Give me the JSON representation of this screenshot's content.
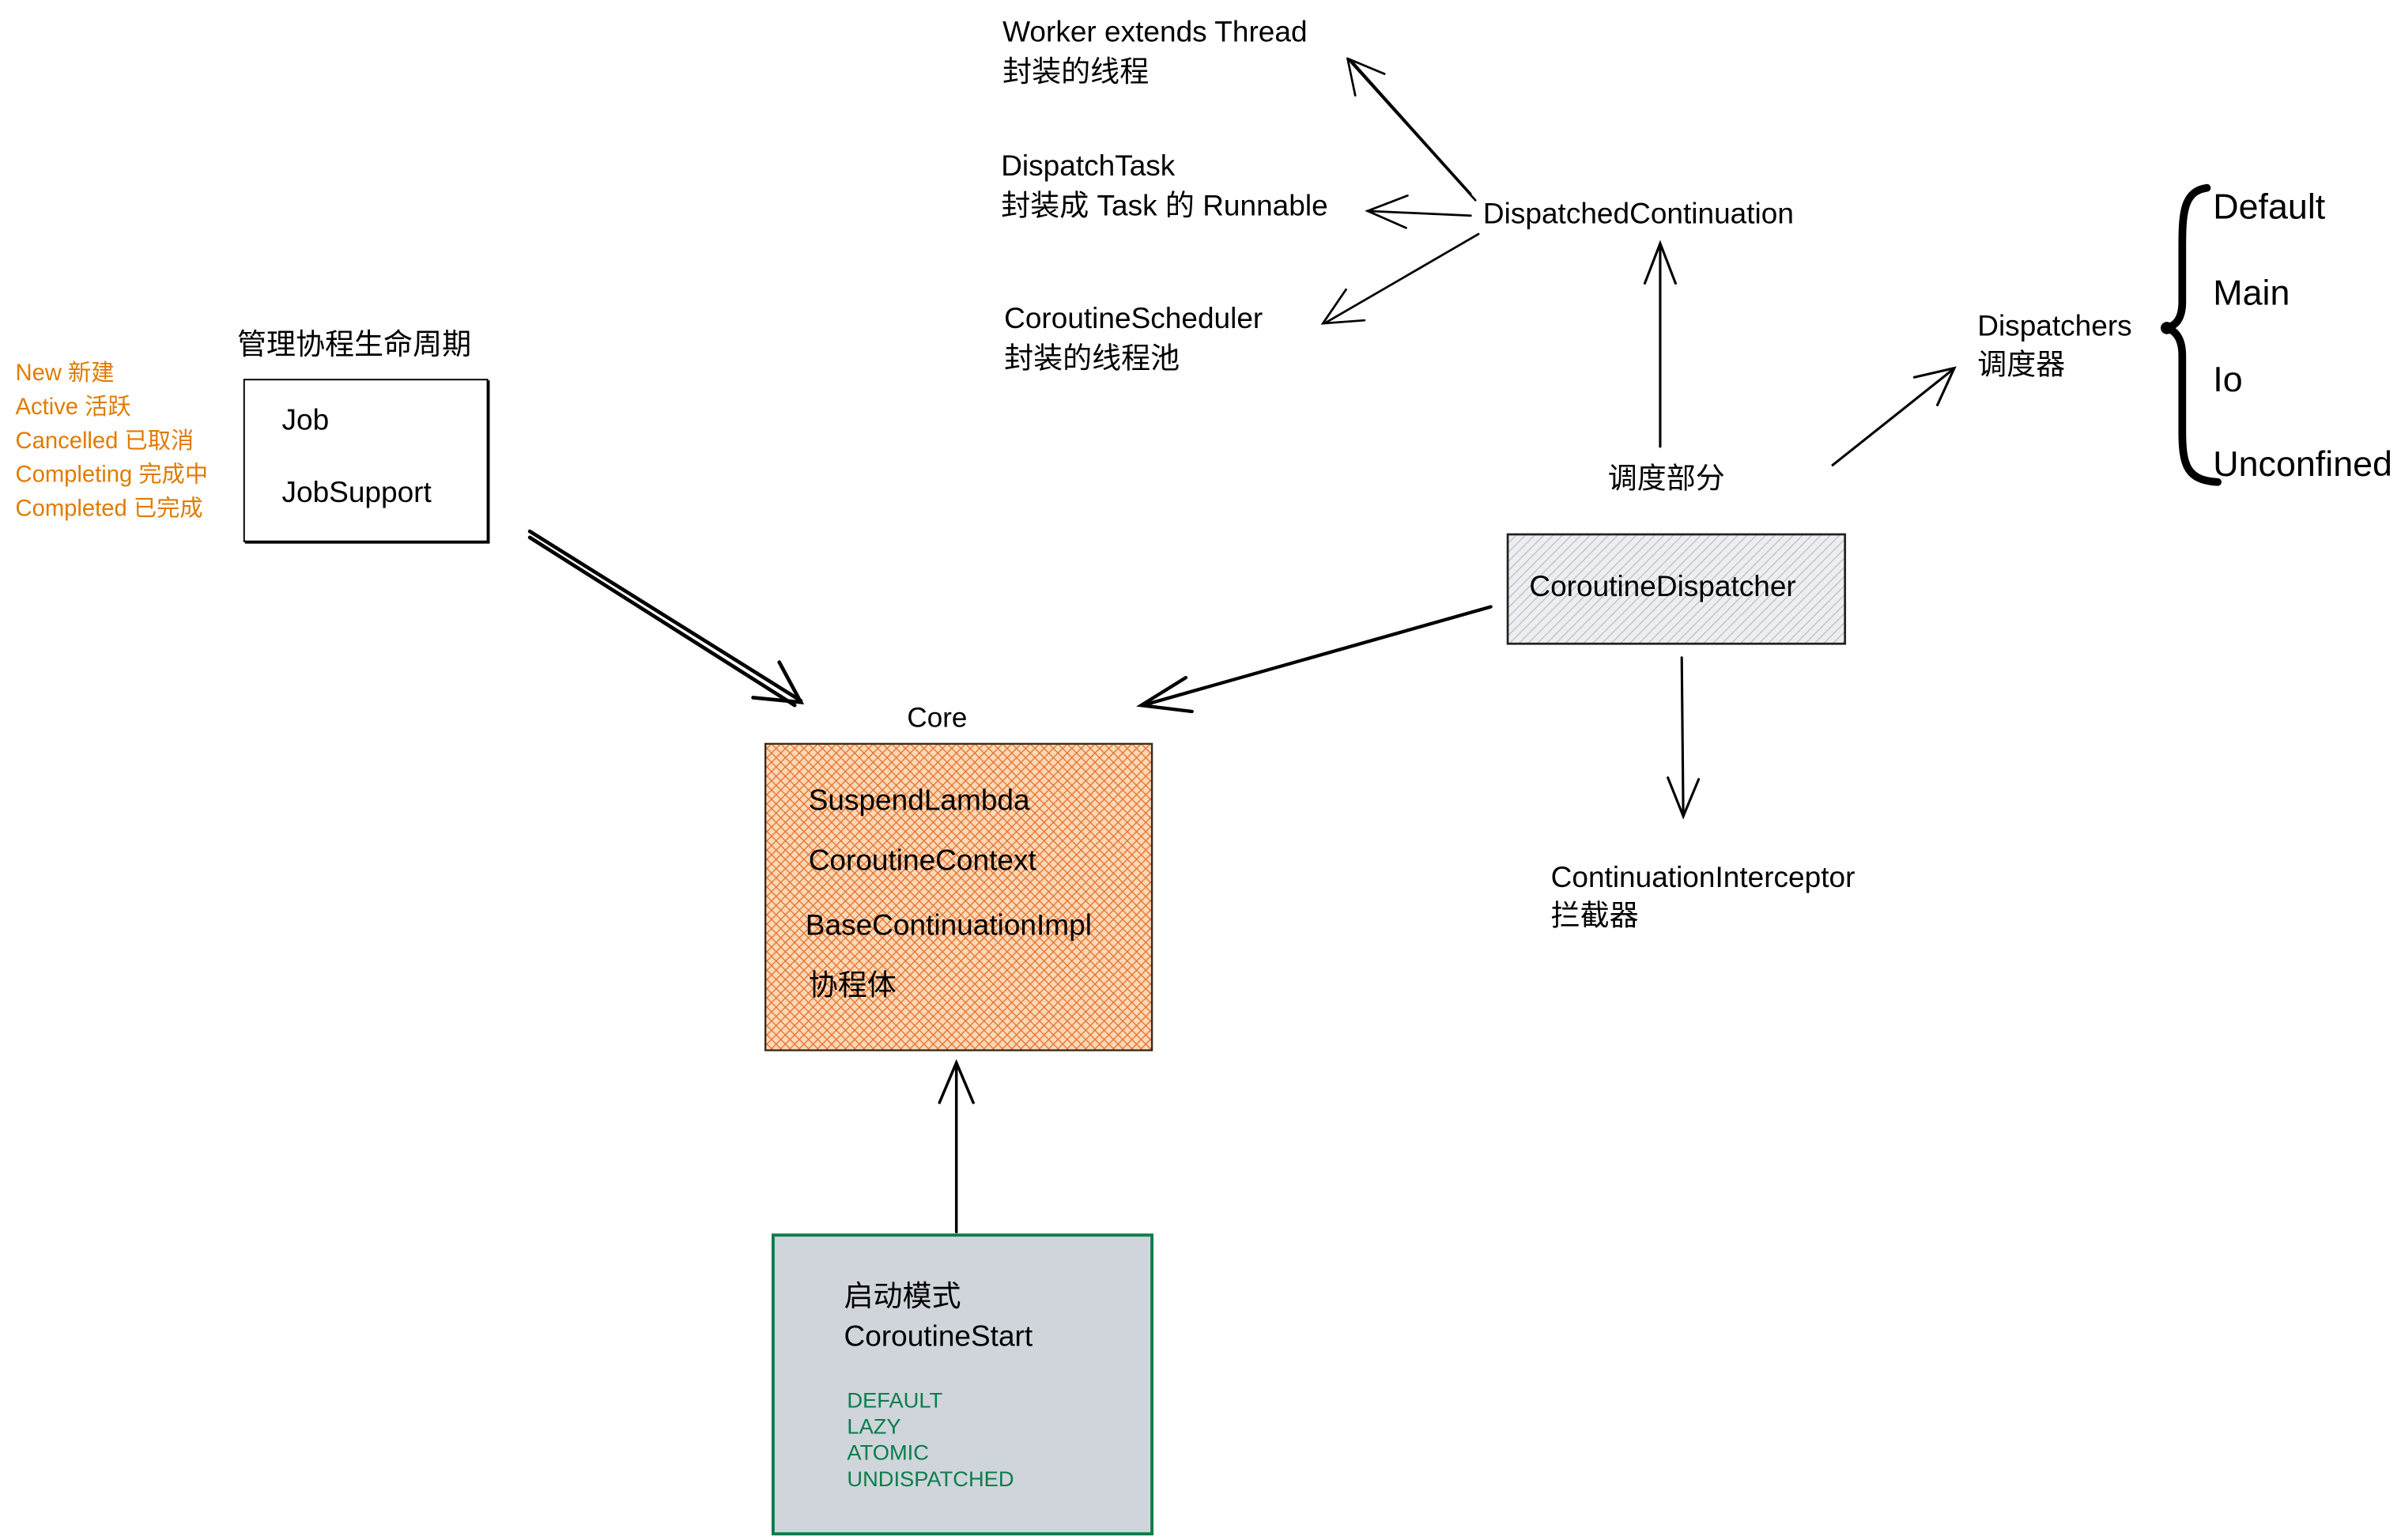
{
  "lifecycle_states": [
    "New 新建",
    "Active 活跃",
    "Cancelled 已取消",
    "Completing 完成中",
    "Completed 已完成"
  ],
  "job_box": {
    "title": "管理协程生命周期",
    "items": [
      "Job",
      "JobSupport"
    ]
  },
  "core": {
    "title": "Core",
    "items": [
      "SuspendLambda",
      "CoroutineContext",
      "BaseContinuationImpl",
      "协程体"
    ]
  },
  "start_box": {
    "title_cn": "启动模式",
    "title_en": "CoroutineStart",
    "modes": [
      "DEFAULT",
      "LAZY",
      "ATOMIC",
      "UNDISPATCHED"
    ]
  },
  "dispatcher": {
    "section_label": "调度部分",
    "box_label": "CoroutineDispatcher",
    "interceptor_en": "ContinuationInterceptor",
    "interceptor_cn": "拦截器",
    "dispatched_continuation": "DispatchedContinuation",
    "dispatchers_en": "Dispatchers",
    "dispatchers_cn": "调度器",
    "dispatcher_types": [
      "Default",
      "Main",
      "Io",
      "Unconfined"
    ]
  },
  "continuation_targets": {
    "worker_en": "Worker extends Thread",
    "worker_cn": "封装的线程",
    "task_en": "DispatchTask",
    "task_cn": "封装成 Task 的 Runnable",
    "scheduler_en": "CoroutineScheduler",
    "scheduler_cn": "封装的线程池"
  },
  "colors": {
    "lifecycle_text": "#e07b00",
    "core_fill": "#fbd9b8",
    "core_hatch": "#e8722c",
    "start_fill": "#cfd5db",
    "start_border": "#0a7d4a",
    "mode_text": "#0a7d4a",
    "dispatcher_fill": "#eceef0"
  }
}
